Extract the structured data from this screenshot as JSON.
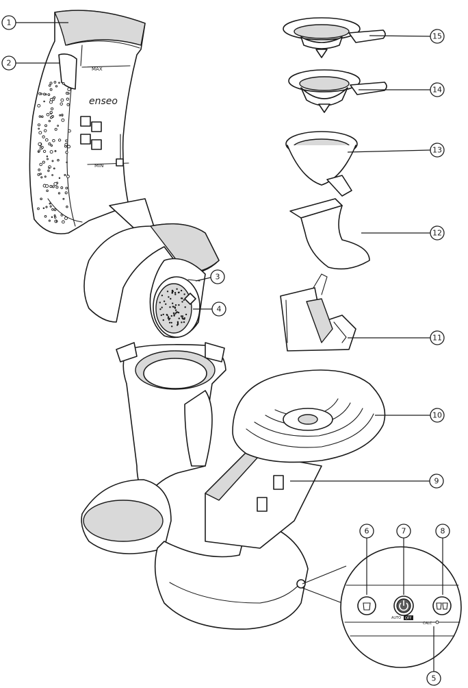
{
  "callouts": [
    {
      "id": "1",
      "label": "1"
    },
    {
      "id": "2",
      "label": "2"
    },
    {
      "id": "3",
      "label": "3"
    },
    {
      "id": "4",
      "label": "4"
    },
    {
      "id": "5",
      "label": "5"
    },
    {
      "id": "6",
      "label": "6"
    },
    {
      "id": "7",
      "label": "7"
    },
    {
      "id": "8",
      "label": "8"
    },
    {
      "id": "9",
      "label": "9"
    },
    {
      "id": "10",
      "label": "10"
    },
    {
      "id": "11",
      "label": "11"
    },
    {
      "id": "12",
      "label": "12"
    },
    {
      "id": "13",
      "label": "13"
    },
    {
      "id": "14",
      "label": "14"
    },
    {
      "id": "15",
      "label": "15"
    }
  ],
  "tank_markings": {
    "max": "MAX",
    "min": "MIN",
    "brand": "enseo"
  },
  "panel_markings": {
    "auto_off_left": "AUTO",
    "auto_off_right": "OFF",
    "calc": "CALC"
  },
  "colors": {
    "line": "#1a1a1a",
    "shade": "#d9d9d9",
    "background": "#ffffff"
  }
}
